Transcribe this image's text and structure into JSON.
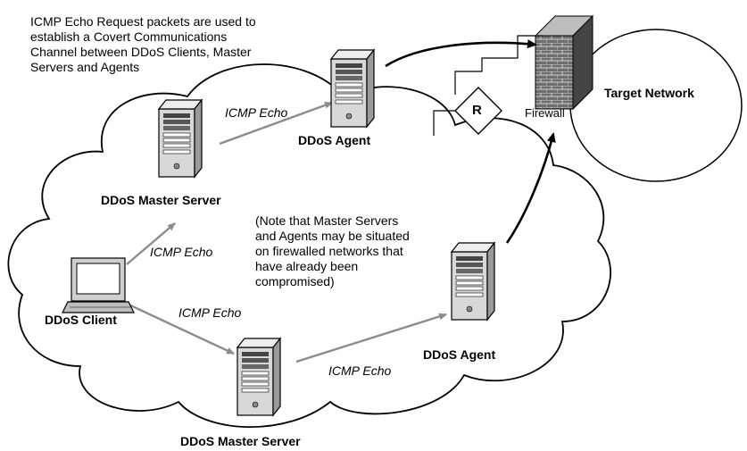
{
  "intro_text": "ICMP Echo Request packets are used to\nestablish a Covert Communications\nChannel between DDoS Clients, Master\nServers and Agents",
  "note_text": "(Note that Master Servers\nand Agents may be situated\non firewalled networks that\nhave already been\ncompromised)",
  "labels": {
    "master_server_top": "DDoS Master Server",
    "master_server_bottom": "DDoS Master Server",
    "agent_top": "DDoS Agent",
    "agent_bottom": "DDoS Agent",
    "client": "DDoS Client",
    "firewall": "Firewall",
    "target_network": "Target Network",
    "router": "R"
  },
  "edges": {
    "master_to_agent_top": "ICMP Echo",
    "client_to_master_top": "ICMP Echo",
    "client_to_master_bottom": "ICMP Echo",
    "master_to_agent_bottom": "ICMP Echo"
  },
  "colors": {
    "arrow_gray": "#8c8c8c",
    "brick": "#7a7a7a",
    "server_body": "#d8d8d8"
  }
}
